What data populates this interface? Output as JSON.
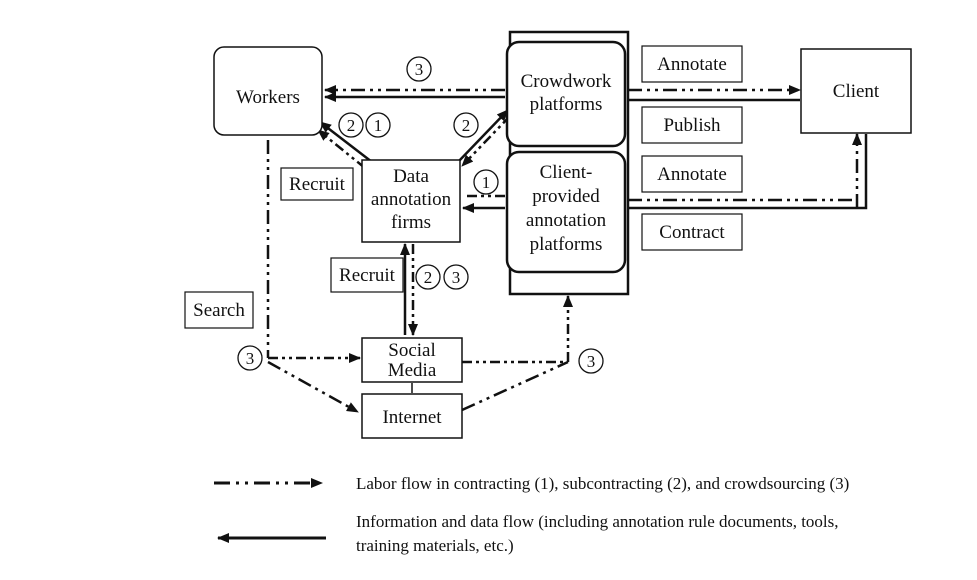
{
  "nodes": {
    "workers": "Workers",
    "crowdwork_line1": "Crowdwork",
    "crowdwork_line2": "platforms",
    "client": "Client",
    "firms_line1": "Data",
    "firms_line2": "annotation",
    "firms_line3": "firms",
    "cpap_line1": "Client-",
    "cpap_line2": "provided",
    "cpap_line3": "annotation",
    "cpap_line4": "platforms",
    "social_line1": "Social",
    "social_line2": "Media",
    "internet": "Internet"
  },
  "edge_labels": {
    "annotate_top": "Annotate",
    "publish": "Publish",
    "annotate_mid": "Annotate",
    "contract": "Contract",
    "recruit_top": "Recruit",
    "recruit_bottom": "Recruit",
    "search": "Search"
  },
  "markers": {
    "one": "1",
    "two": "2",
    "three": "3"
  },
  "legend": {
    "labor": "Labor flow in contracting (1), subcontracting (2), and crowdsourcing (3)",
    "info_line1": "Information and data flow (including annotation rule documents, tools,",
    "info_line2": "training materials, etc.)"
  }
}
